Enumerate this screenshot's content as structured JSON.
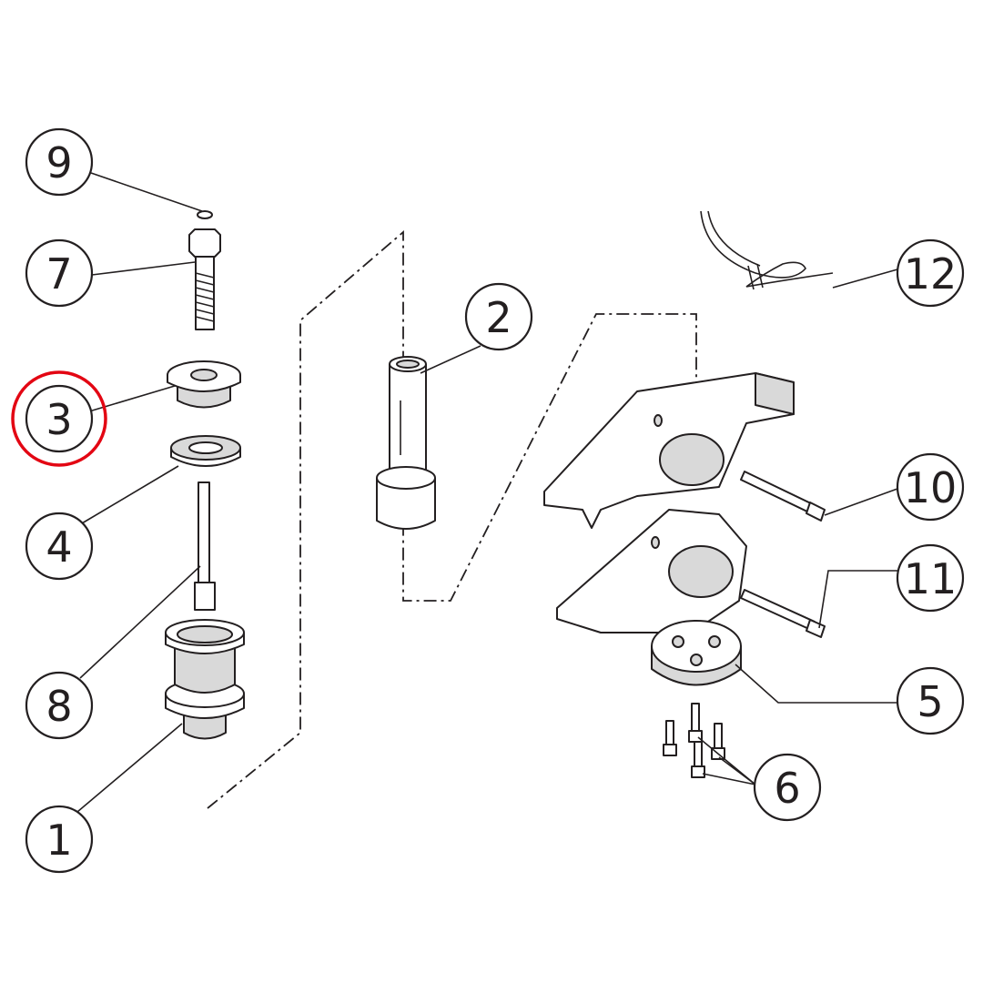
{
  "diagram": {
    "type": "exploded-parts-view",
    "highlight_color": "#e30613",
    "callouts": [
      {
        "id": "c9",
        "label": "9",
        "highlighted": false
      },
      {
        "id": "c7",
        "label": "7",
        "highlighted": false
      },
      {
        "id": "c3",
        "label": "3",
        "highlighted": true
      },
      {
        "id": "c4",
        "label": "4",
        "highlighted": false
      },
      {
        "id": "c8",
        "label": "8",
        "highlighted": false
      },
      {
        "id": "c1",
        "label": "1",
        "highlighted": false
      },
      {
        "id": "c2",
        "label": "2",
        "highlighted": false
      },
      {
        "id": "c12",
        "label": "12",
        "highlighted": false
      },
      {
        "id": "c10",
        "label": "10",
        "highlighted": false
      },
      {
        "id": "c11",
        "label": "11",
        "highlighted": false
      },
      {
        "id": "c5",
        "label": "5",
        "highlighted": false
      },
      {
        "id": "c6",
        "label": "6",
        "highlighted": false
      }
    ]
  }
}
